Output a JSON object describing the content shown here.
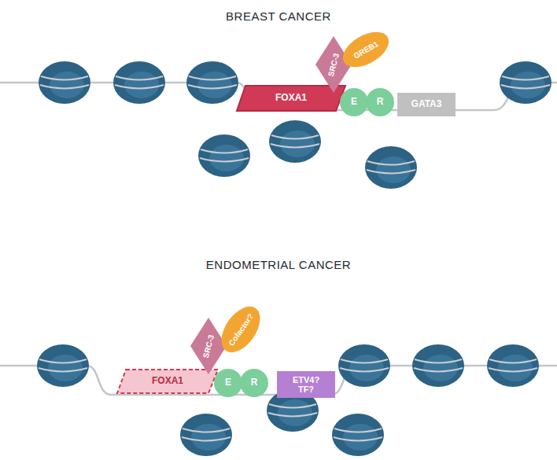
{
  "diagram": {
    "nodes": [
      {
        "text": [
          "FOXA1"
        ]
      },
      {
        "text": [
          "SRC-3"
        ]
      },
      {
        "text": [
          "GREB1"
        ]
      },
      {
        "text": [
          "E"
        ]
      },
      {
        "text": [
          "R"
        ]
      },
      {
        "text": [
          "GATA3"
        ]
      },
      {
        "text": [
          "FOXA1"
        ]
      },
      {
        "text": [
          "SRC-3"
        ]
      },
      {
        "text": [
          "Cofactor?"
        ]
      },
      {
        "text": [
          "E"
        ]
      },
      {
        "text": [
          "R"
        ]
      },
      {
        "text": [
          "ETV4? TF?"
        ]
      }
    ],
    "labels": [
      "BREAST CANCER",
      "ENDOMETRIAL CANCER"
    ]
  }
}
